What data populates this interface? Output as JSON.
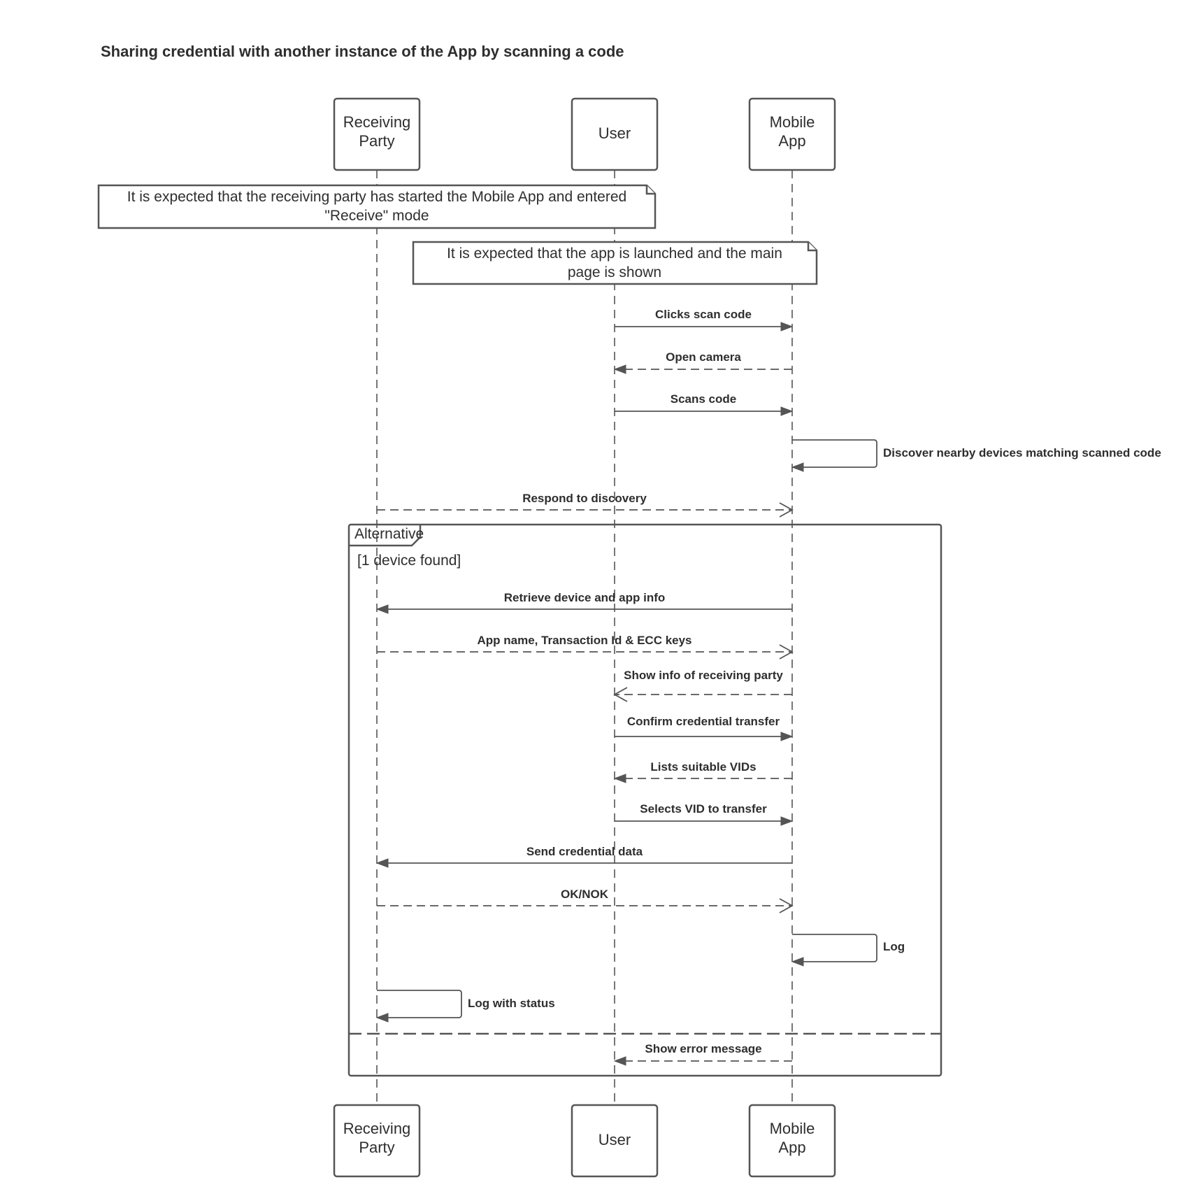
{
  "title": "Sharing credential with another instance of the App by scanning a code",
  "participants": [
    {
      "id": "rp",
      "lines": [
        "Receiving",
        "Party"
      ]
    },
    {
      "id": "user",
      "lines": [
        "User"
      ]
    },
    {
      "id": "app",
      "lines": [
        "Mobile",
        "App"
      ]
    }
  ],
  "notes": [
    {
      "lines": [
        "It is expected that the receiving party has started the Mobile App and entered",
        "\"Receive\" mode"
      ]
    },
    {
      "lines": [
        "It is expected that the app is launched and the main",
        "page is shown"
      ]
    }
  ],
  "messages": [
    {
      "from": "user",
      "to": "app",
      "label": "Clicks scan code",
      "style": "solid"
    },
    {
      "from": "app",
      "to": "user",
      "label": "Open camera",
      "style": "dashed-filled"
    },
    {
      "from": "user",
      "to": "app",
      "label": "Scans code",
      "style": "solid"
    },
    {
      "from": "app",
      "to": "app",
      "label": "Discover nearby devices matching scanned code",
      "style": "self"
    },
    {
      "from": "rp",
      "to": "app",
      "label": "Respond to discovery",
      "style": "dashed-open"
    },
    {
      "from": "app",
      "to": "rp",
      "label": "Retrieve device and app info",
      "style": "solid"
    },
    {
      "from": "rp",
      "to": "app",
      "label": "App name, Transaction Id & ECC keys",
      "style": "dashed-open"
    },
    {
      "from": "app",
      "to": "user",
      "label": "Show info of receiving party",
      "style": "dashed-open"
    },
    {
      "from": "user",
      "to": "app",
      "label": "Confirm credential transfer",
      "style": "solid"
    },
    {
      "from": "app",
      "to": "user",
      "label": "Lists suitable VIDs",
      "style": "dashed-filled"
    },
    {
      "from": "user",
      "to": "app",
      "label": "Selects VID to transfer",
      "style": "solid"
    },
    {
      "from": "app",
      "to": "rp",
      "label": "Send credential data",
      "style": "solid"
    },
    {
      "from": "rp",
      "to": "app",
      "label": "OK/NOK",
      "style": "dashed-open"
    },
    {
      "from": "app",
      "to": "app",
      "label": "Log",
      "style": "self"
    },
    {
      "from": "rp",
      "to": "rp",
      "label": "Log with status",
      "style": "self"
    },
    {
      "from": "app",
      "to": "user",
      "label": "Show error message",
      "style": "dashed-filled"
    }
  ],
  "fragment": {
    "label": "Alternative",
    "guard": "[1 device found]"
  }
}
